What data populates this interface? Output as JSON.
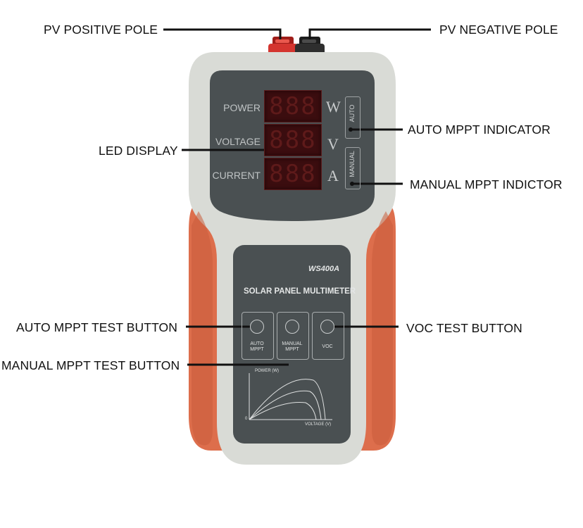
{
  "callouts": {
    "pv_positive_pole": "PV POSITIVE POLE",
    "pv_negative_pole": "PV NEGATIVE POLE",
    "auto_mppt_indicator": "AUTO MPPT INDICATOR",
    "led_display": "LED DISPLAY",
    "manual_mppt_indicator": "MANUAL MPPT INDICTOR",
    "auto_mppt_test_button": "AUTO MPPT TEST BUTTON",
    "voc_test_button": "VOC TEST BUTTON",
    "manual_mppt_test_button": "MANUAL MPPT TEST BUTTON"
  },
  "display": {
    "rows": [
      {
        "label": "POWER",
        "digits": "888",
        "unit": "W"
      },
      {
        "label": "VOLTAGE",
        "digits": "888",
        "unit": "V"
      },
      {
        "label": "CURRENT",
        "digits": "888",
        "unit": "A"
      }
    ],
    "indicators": {
      "auto": "AUTO",
      "manual": "MANUAL"
    }
  },
  "device": {
    "model": "WS400A",
    "title": "SOLAR PANEL MULTIMETER",
    "buttons": {
      "auto": "AUTO\nMPPT",
      "manual": "MANUAL\nMPPT",
      "voc": "VOC"
    },
    "graph": {
      "ylabel": "POWER (W)",
      "xlabel": "VOLTAGE (V)",
      "origin": "0"
    }
  },
  "colors": {
    "body": "#d7d9d4",
    "accent": "#dd6e4c",
    "panel": "#4a5052",
    "led_off": "#3b0d0f",
    "terminal_positive": "#c9302c",
    "terminal_negative": "#2b2b2b"
  }
}
